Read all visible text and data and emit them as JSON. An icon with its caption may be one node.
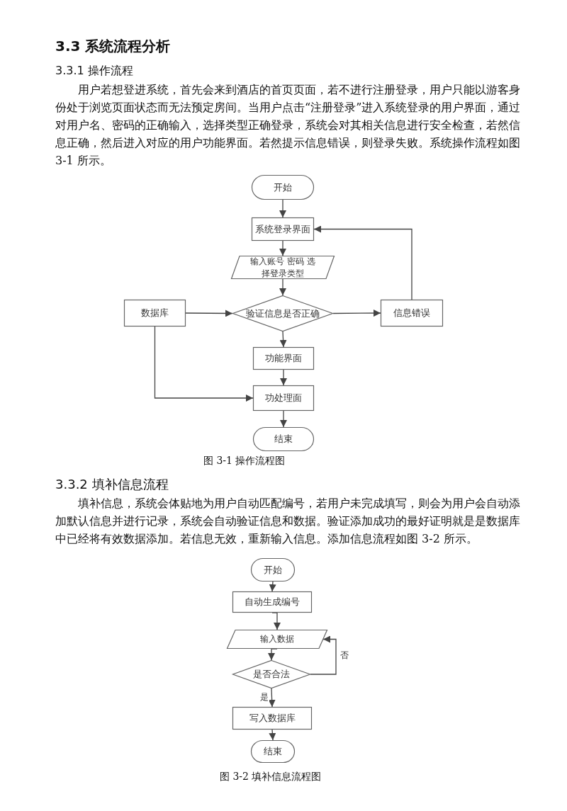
{
  "diagram": {
    "title": "3.3 系统流程分析",
    "nodes": [
      {
        "text": [
          "开始"
        ]
      },
      {
        "text": [
          "系统登录界面"
        ]
      },
      {
        "text": [
          "输入账号 密码 选择登录类型"
        ]
      },
      {
        "text": [
          "数据库"
        ]
      },
      {
        "text": [
          "验证信息是否正确"
        ]
      },
      {
        "text": [
          "信息错误"
        ]
      },
      {
        "text": [
          "功能界面"
        ]
      },
      {
        "text": [
          "功处理面"
        ]
      },
      {
        "text": [
          "结束"
        ]
      },
      {
        "text": [
          "开始"
        ]
      },
      {
        "text": [
          "自动生成编号"
        ]
      },
      {
        "text": [
          "输入数据"
        ]
      },
      {
        "text": [
          "是否合法"
        ]
      },
      {
        "text": [
          "写入数据库"
        ]
      },
      {
        "text": [
          "结束"
        ]
      }
    ],
    "edges": [
      {
        "from": 0,
        "to": 1,
        "arrow": "to"
      },
      {
        "from": 1,
        "to": 2,
        "arrow": "to"
      },
      {
        "from": 2,
        "to": 4,
        "arrow": "to"
      },
      {
        "from": 3,
        "to": 4,
        "arrow": "to"
      },
      {
        "from": 4,
        "to": 5,
        "arrow": "to"
      },
      {
        "from": 5,
        "to": 1,
        "arrow": "to"
      },
      {
        "from": 4,
        "to": 6,
        "arrow": "to"
      },
      {
        "from": 6,
        "to": 7,
        "arrow": "to"
      },
      {
        "from": 3,
        "to": 7,
        "arrow": "to"
      },
      {
        "from": 7,
        "to": 8,
        "arrow": "to"
      },
      {
        "from": 9,
        "to": 10,
        "arrow": "to"
      },
      {
        "from": 10,
        "to": 11,
        "arrow": "to"
      },
      {
        "from": 11,
        "to": 12,
        "arrow": "to"
      },
      {
        "from": 12,
        "to": 11,
        "arrow": "to",
        "label": "否"
      },
      {
        "from": 12,
        "to": 13,
        "arrow": "to",
        "label": "是"
      },
      {
        "from": 13,
        "to": 14,
        "arrow": "to"
      }
    ],
    "labels": [
      "3.3.1 操作流程",
      "用户若想登进系统，首先会来到酒店的首页页面，若不进行注册登录，用户只能以游客身份处于浏览页面状态而无法预定房间。当用户点击“注册登录”进入系统登录的用户界面，通过对用户名、密码的正确输入，选择类型正确登录，系统会对其相关信息进行安全检查，若然信息正确，然后进入对应的用户功能界面。若然提示信息错误，则登录失败。系统操作流程如图 3-1 所示。",
      "图 3-1 操作流程图",
      "3.3.2 填补信息流程",
      "填补信息，系统会体贴地为用户自动匹配编号，若用户未完成填写，则会为用户会自动添加默认信息并进行记录，系统会自动验证信息和数据。验证添加成功的最好证明就是是数据库中已经将有效数据添加。若信息无效，重新输入信息。添加信息流程如图 3-2 所示。",
      "图 3-2 填补信息流程图"
    ]
  }
}
